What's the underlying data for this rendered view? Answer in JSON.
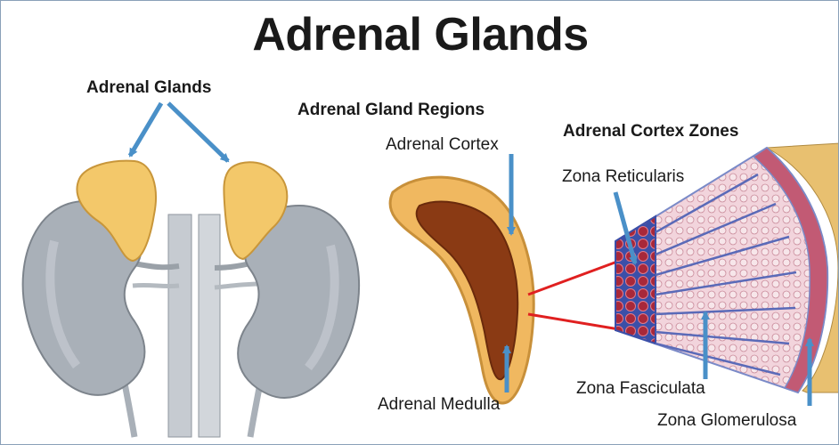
{
  "title": "Adrenal Glands",
  "labels": {
    "adrenal_glands": "Adrenal Glands",
    "regions_heading": "Adrenal Gland Regions",
    "cortex_zones_heading": "Adrenal Cortex Zones",
    "adrenal_cortex": "Adrenal Cortex",
    "adrenal_medulla": "Adrenal Medulla",
    "zona_reticularis": "Zona Reticularis",
    "zona_fasciculata": "Zona Fasciculata",
    "zona_glomerulosa": "Zona Glomerulosa"
  },
  "colors": {
    "arrow": "#4a90c8",
    "connector": "#e02020",
    "kidney": "#a9b0b8",
    "gland": "#f3c86a",
    "medulla": "#8a3a14"
  },
  "icons": [
    "kidney-illustration",
    "adrenal-gland-cross-section",
    "cortex-zones-wedge"
  ]
}
